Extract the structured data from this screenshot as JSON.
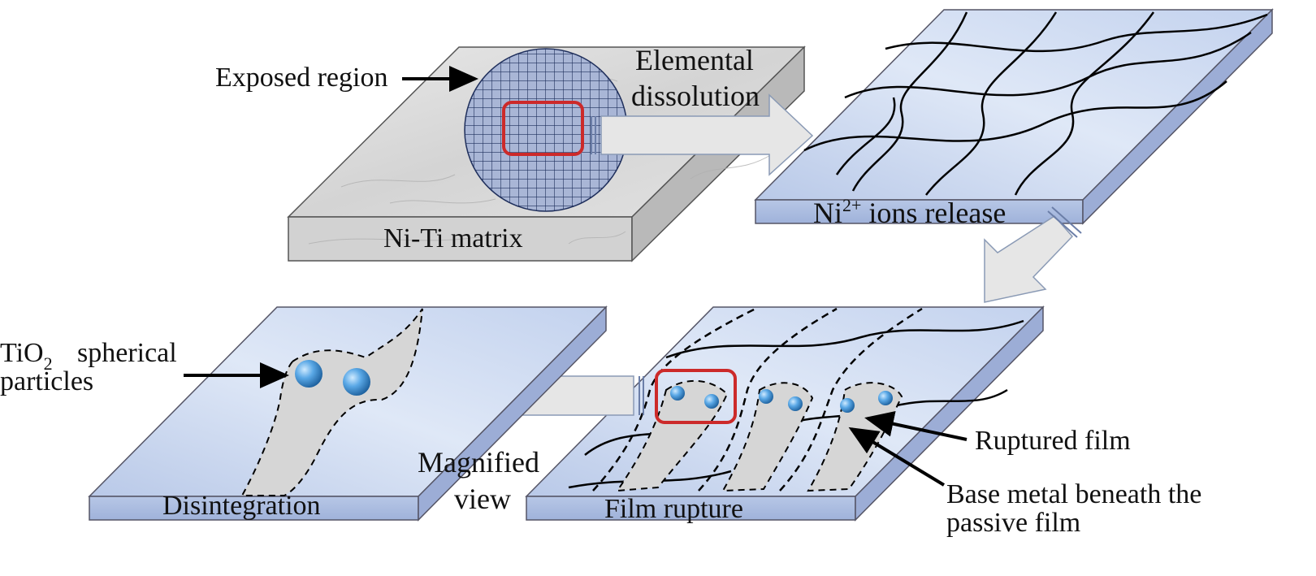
{
  "labels": {
    "exposed_region": "Exposed region",
    "elemental_line1": "Elemental",
    "elemental_line2": "dissolution",
    "niti_matrix": "Ni-Ti matrix",
    "ni_base": "Ni",
    "ni_sup": "2+",
    "ni_rest": " ions release",
    "tio2_base": "TiO",
    "tio2_sub": "2",
    "tio2_rest": "spherical",
    "particles": "particles",
    "disintegration": "Disintegration",
    "magnified_line1": "Magnified",
    "magnified_line2": "view",
    "film_rupture": "Film rupture",
    "ruptured_film": "Ruptured film",
    "base_metal_line1": "Base metal beneath the",
    "base_metal_line2": "passive film"
  },
  "colors": {
    "marble": "#dcdcdc",
    "film_top": "#c7d5ee",
    "film_side": "#aebedf",
    "grid": "#1f2f5c",
    "highlight": "#cc2a2a",
    "arrow_fill": "#e6e6e6",
    "particle": "#3d8ed8"
  }
}
